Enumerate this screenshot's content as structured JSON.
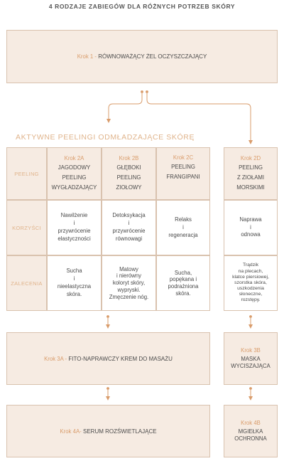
{
  "title": "4 RODZAJE ZABIEGÓW DLA RÓŻNYCH POTRZEB SKÓRY",
  "step1": {
    "step": "Krok 1 -",
    "label": "RÓWNOWAŻĄCY ŻEL OCZYSZCZAJĄCY"
  },
  "section_heading": "AKTYWNE PEELINGI ODMŁADZAJĄCE SKÓRĘ",
  "row_labels": {
    "peeling": "PEELING",
    "benefits": "KORZYŚCI",
    "recommendations": "ZALECENIA"
  },
  "columns": [
    {
      "step": "Krok 2A",
      "name_lines": [
        "JAGODOWY",
        "PEELING",
        "WYGŁADZAJĄCY"
      ],
      "benefit_lines": [
        "Nawilżenie",
        "i",
        "przywrócenie",
        "elastyczności"
      ],
      "rec_lines": [
        "Sucha",
        "i",
        "nieelastyczna",
        "skóra."
      ]
    },
    {
      "step": "Krok 2B",
      "name_lines": [
        "GŁĘBOKI",
        "PEELING",
        "ZIOŁOWY"
      ],
      "benefit_lines": [
        "Detoksykacja",
        "i",
        "przywrócenie",
        "równowagi"
      ],
      "rec_lines": [
        "Matowy",
        "i nierówny",
        "koloryt skóry,",
        "wypryski.",
        "Zmęczenie nóg."
      ]
    },
    {
      "step": "Krok 2C",
      "name_lines": [
        "PEELING",
        "FRANGIPANI"
      ],
      "benefit_lines": [
        "Relaks",
        "i",
        "regeneracja"
      ],
      "rec_lines": [
        "Sucha,",
        "popękana i",
        "podrażniona",
        "skóra."
      ]
    },
    {
      "step": "Krok 2D",
      "name_lines": [
        "PEELING",
        "Z ZIOŁAMI",
        "MORSKIMI"
      ],
      "benefit_lines": [
        "Naprawa",
        "i",
        "odnowa"
      ],
      "rec_lines": [
        "Trądzik",
        "na plecach,",
        "klatce piersiowej,",
        "szorstka skóra,",
        "uszkodzenia",
        "słoneczne,",
        "rozstępy."
      ]
    }
  ],
  "step3a": {
    "step": "Krok 3A -",
    "label": "FITO-NAPRAWCZY KREM DO MASAŻU"
  },
  "step3b": {
    "step": "Krok 3B",
    "label_lines": [
      "MASKA",
      "WYCISZAJĄCA"
    ]
  },
  "step4a": {
    "step": "Krok 4A-",
    "label": "SERUM ROZŚWIETLAJĄCE"
  },
  "step4b": {
    "step": "Krok 4B",
    "label_lines": [
      "MGIEŁKA",
      "OCHRONNA"
    ]
  },
  "colors": {
    "accent": "#d99c6b",
    "box_fill": "#f6ebe2",
    "border": "#d9c2ae",
    "label": "#e0b48c"
  }
}
